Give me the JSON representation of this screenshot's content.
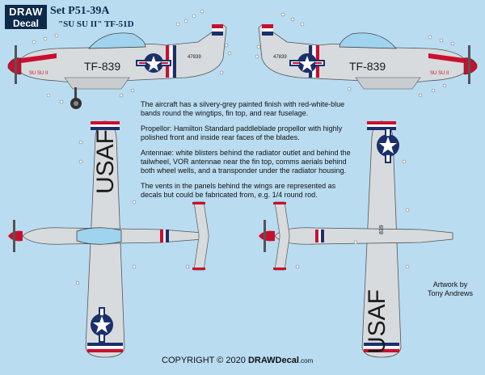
{
  "header": {
    "logo_line1": "DRAW",
    "logo_line2": "Decal",
    "set_title": "Set P51-39A",
    "subtitle": "\"SU SU II\" TF-51D"
  },
  "markings": {
    "buzz_number": "TF-839",
    "serial": "47839",
    "name_art": "SU SU II",
    "usaf": "USAF",
    "tail_small": "839"
  },
  "notes": [
    "The aircraft has a silvery-grey painted finish with red-white-blue bands round the wingtips, fin top, and rear fuselage.",
    "Propellor: Hamilton Standard paddleblade propellor with highly polished front and inside rear faces of the blades.",
    "Antennae: white blisters behind the radiator outlet and behind the tailwheel, VOR antennae near the fin top, comms aerials behind both wheel wells, and a transponder under the radiator housing.",
    "The vents in the panels behind the wings are represented as decals but could be fabricated from, e.g. 1/4 round rod."
  ],
  "artwork_credit": {
    "line1": "Artwork by",
    "line2": "Tony Andrews"
  },
  "copyright": {
    "prefix": "COPYRIGHT © 2020 ",
    "brand": "DRAWDecal",
    "suffix": ".com"
  },
  "colors": {
    "background": "#b9dcf1",
    "aircraft_silver": "#d7dbde",
    "marking_red": "#c8102e",
    "marking_blue": "#1b2f6b",
    "marking_black": "#1a1a1a",
    "canopy": "#9fd3ee",
    "logo_bg": "#0d2a4a"
  }
}
